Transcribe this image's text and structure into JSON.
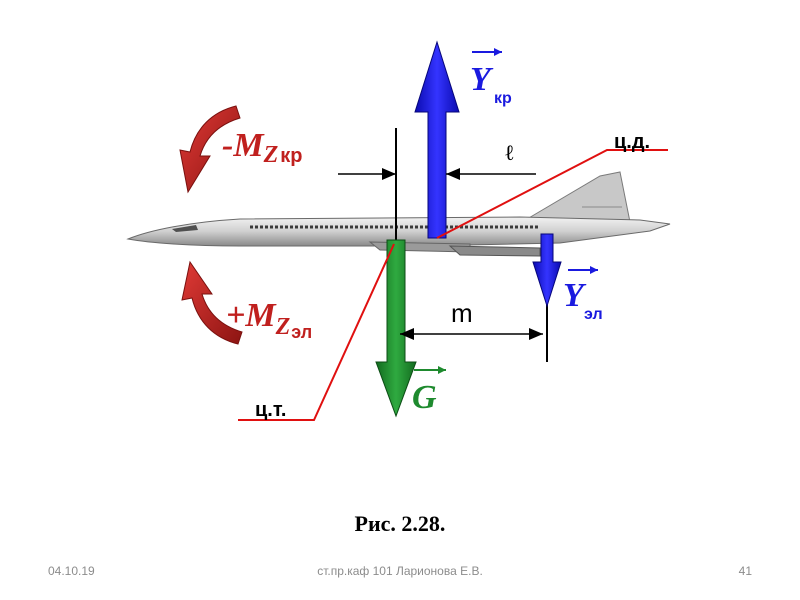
{
  "figure": {
    "labels": {
      "lift_wing": {
        "vec": "Y",
        "sub": "кр"
      },
      "lift_elevator": {
        "vec": "Y",
        "sub": "эл"
      },
      "gravity": {
        "vec": "G"
      },
      "moment_wing": {
        "sign": "-",
        "vec": "M",
        "sub1": "Z",
        "sub2": "кр"
      },
      "moment_elevator": {
        "sign": "+",
        "vec": "M",
        "sub1": "Z",
        "sub2": "эл"
      },
      "arm_l": "ℓ",
      "arm_m": "m",
      "center_pressure": "ц.д.",
      "center_gravity": "ц.т."
    },
    "colors": {
      "lift": "#1a1adf",
      "gravity": "#1e8a2e",
      "moment": "#c0201e",
      "leader": "#e01010",
      "fuselage": "#d4d4d4"
    }
  },
  "caption": "Рис. 2.28.",
  "footer": {
    "date": "04.10.19",
    "author": "ст.пр.каф 101 Ларионова Е.В.",
    "page": "41"
  }
}
